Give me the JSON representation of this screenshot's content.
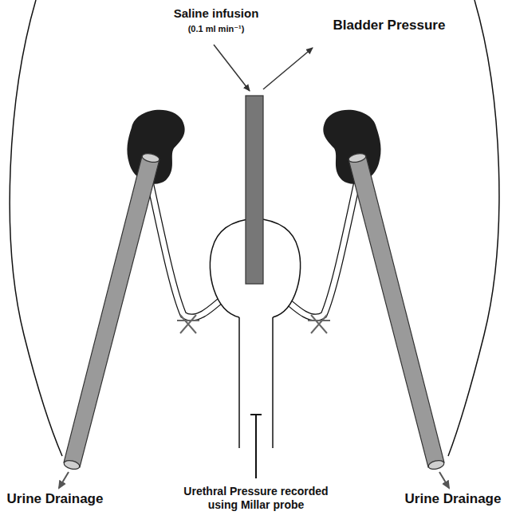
{
  "diagram": {
    "labels": [
      "Saline infusion",
      "(0.1 ml min⁻¹)",
      "Bladder Pressure",
      "Urine Drainage",
      "Urine Drainage",
      "Urethral Pressure recorded using Millar probe"
    ]
  }
}
